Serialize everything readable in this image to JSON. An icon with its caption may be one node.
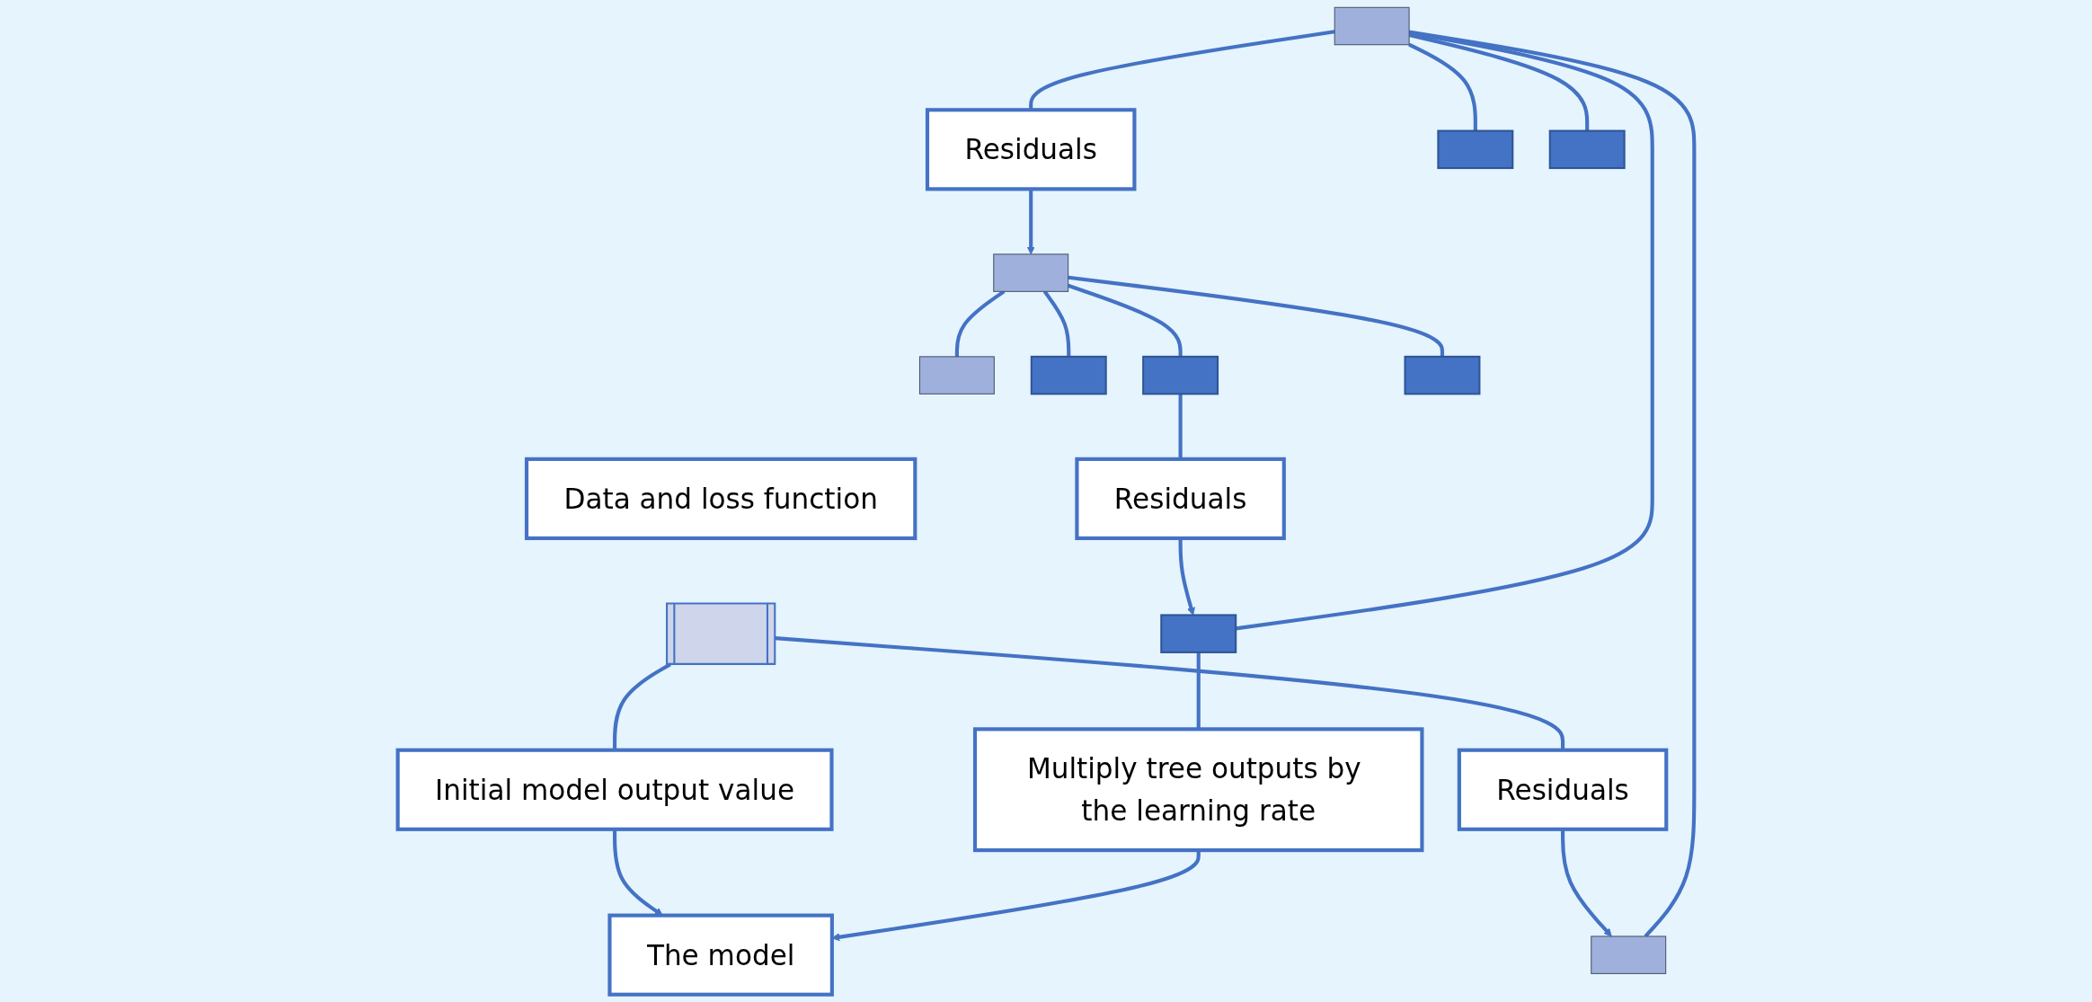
{
  "diagram": {
    "nodes": [
      {
        "text": [
          "Data and loss function"
        ]
      },
      {
        "text": [],
        "shape": "table"
      },
      {
        "text": [
          "Residuals"
        ]
      },
      {
        "text": [
          "Initial model output value"
        ]
      },
      {
        "text": [
          "The model"
        ]
      },
      {
        "text": [
          "Multiply tree outputs by the learning rate"
        ]
      },
      {
        "text": [
          "Residuals"
        ]
      },
      {
        "text": [
          "Residuals"
        ]
      },
      {
        "text": [],
        "shape": "box"
      },
      {
        "text": [],
        "shape": "box"
      },
      {
        "text": [],
        "shape": "box"
      },
      {
        "text": [],
        "shape": "box"
      },
      {
        "text": [],
        "shape": "box"
      },
      {
        "text": [],
        "shape": "box"
      },
      {
        "text": [],
        "shape": "box"
      },
      {
        "text": [],
        "shape": "box"
      },
      {
        "text": [],
        "shape": "box"
      },
      {
        "text": [],
        "shape": "box"
      }
    ],
    "edges": [
      {
        "from": 1,
        "to": 2,
        "arrow": "none"
      },
      {
        "from": 2,
        "to": 9,
        "arrow": "to"
      },
      {
        "from": 1,
        "to": 3,
        "arrow": "none"
      },
      {
        "from": 3,
        "to": 4,
        "arrow": "to"
      },
      {
        "from": 8,
        "to": 6,
        "arrow": "none"
      },
      {
        "from": 6,
        "to": 13,
        "arrow": "to"
      },
      {
        "from": 16,
        "to": 7,
        "arrow": "none"
      },
      {
        "from": 7,
        "to": 11,
        "arrow": "to"
      },
      {
        "from": 11,
        "to": 5,
        "arrow": "none"
      },
      {
        "from": 5,
        "to": 4,
        "arrow": "to"
      },
      {
        "from": 8,
        "to": 9,
        "arrow": "none"
      },
      {
        "from": 8,
        "to": 10,
        "arrow": "none"
      },
      {
        "from": 8,
        "to": 11,
        "arrow": "none"
      },
      {
        "from": 8,
        "to": 12,
        "arrow": "none"
      },
      {
        "from": 13,
        "to": 14,
        "arrow": "none"
      },
      {
        "from": 13,
        "to": 15,
        "arrow": "none"
      },
      {
        "from": 13,
        "to": 16,
        "arrow": "none"
      },
      {
        "from": 13,
        "to": 17,
        "arrow": "none"
      }
    ]
  }
}
